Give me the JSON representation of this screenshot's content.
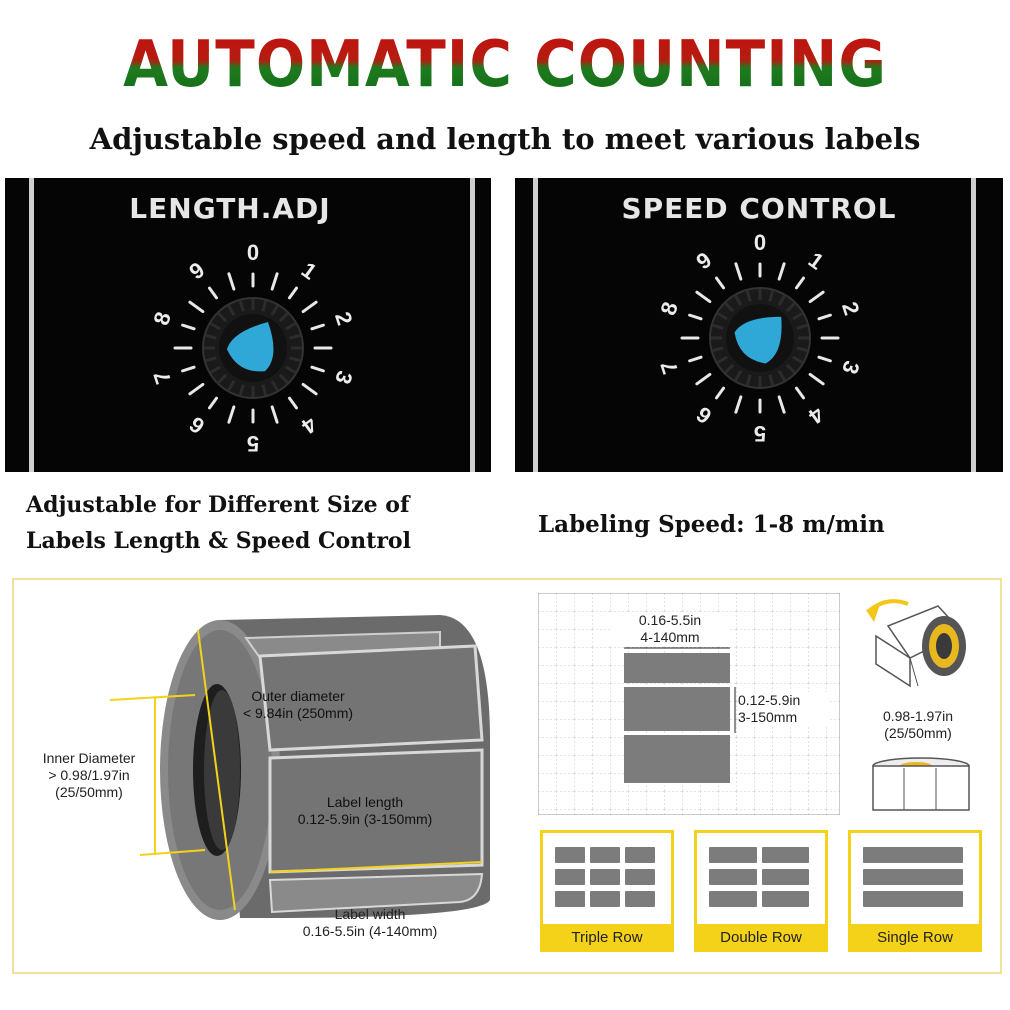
{
  "header": {
    "title": "AUTOMATIC COUNTING",
    "subtitle": "Adjustable speed and length to meet various labels"
  },
  "panels": {
    "length": {
      "title": "LENGTH.ADJ",
      "numbers": [
        "0",
        "1",
        "2",
        "3",
        "4",
        "5",
        "6",
        "7",
        "8",
        "9"
      ]
    },
    "speed": {
      "title": "SPEED CONTROL",
      "numbers": [
        "0",
        "1",
        "2",
        "3",
        "4",
        "5",
        "6",
        "7",
        "8",
        "9"
      ]
    }
  },
  "captions": {
    "left_line1": "Adjustable for Different Size of",
    "left_line2": "Labels Length & Speed Control",
    "right": "Labeling Speed: 1-8 m/min"
  },
  "roll": {
    "outer_line1": "Outer diameter",
    "outer_line2": "< 9.84in (250mm)",
    "inner_line1": "Inner Diameter",
    "inner_line2": "> 0.98/1.97in",
    "inner_line3": "(25/50mm)",
    "length_line1": "Label length",
    "length_line2": "0.12-5.9in (3-150mm)",
    "width_line1": "Label width",
    "width_line2": "0.16-5.5in (4-140mm)"
  },
  "grid_spec": {
    "width_in": "0.16-5.5in",
    "width_mm": "4-140mm",
    "height_in": "0.12-5.9in",
    "height_mm": "3-150mm"
  },
  "core": {
    "size_in": "0.98-1.97in",
    "size_mm": "(25/50mm)"
  },
  "rows": {
    "triple": "Triple Row",
    "double": "Double Row",
    "single": "Single Row"
  },
  "colors": {
    "knob": "#2fa8d8",
    "accent_yellow": "#f5d21a",
    "label_gray": "#7c7c7c"
  }
}
